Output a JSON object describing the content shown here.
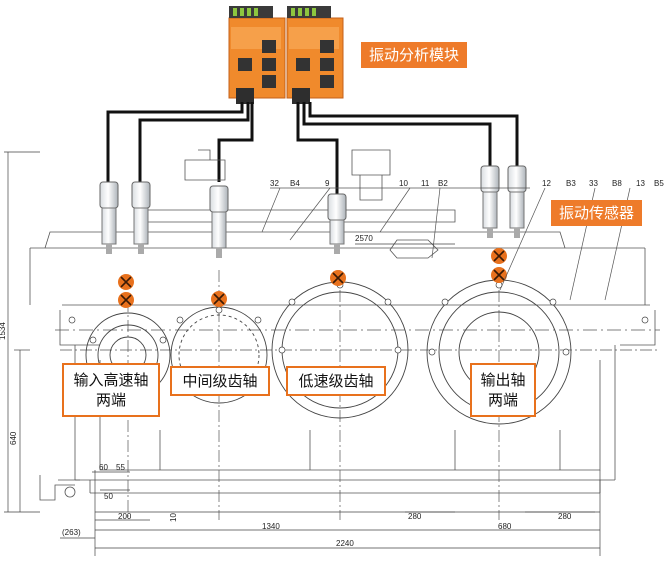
{
  "tags": {
    "module": "振动分析模块",
    "sensor": "振动传感器"
  },
  "shafts": [
    {
      "label": "输入高速轴\n两端"
    },
    {
      "label": "中间级齿轴"
    },
    {
      "label": "低速级齿轴"
    },
    {
      "label": "输出轴\n两端"
    }
  ],
  "part_numbers": [
    "32",
    "B4",
    "9",
    "10",
    "11",
    "B2",
    "12",
    "B3",
    "33",
    "B8",
    "13",
    "B5"
  ],
  "dimensions": {
    "overall_height": "1534",
    "lower_height": "640",
    "top_span": "2570",
    "d60": "60",
    "d55": "55",
    "d50": "50",
    "d200": "200",
    "d10": "10",
    "d263": "(263)",
    "d280a": "280",
    "d680": "680",
    "d280b": "280",
    "d1340": "1340",
    "d2240": "2240"
  },
  "colors": {
    "accent": "#ee7b2a",
    "marker": "#e8711d",
    "module_body": "#f08a2c"
  }
}
